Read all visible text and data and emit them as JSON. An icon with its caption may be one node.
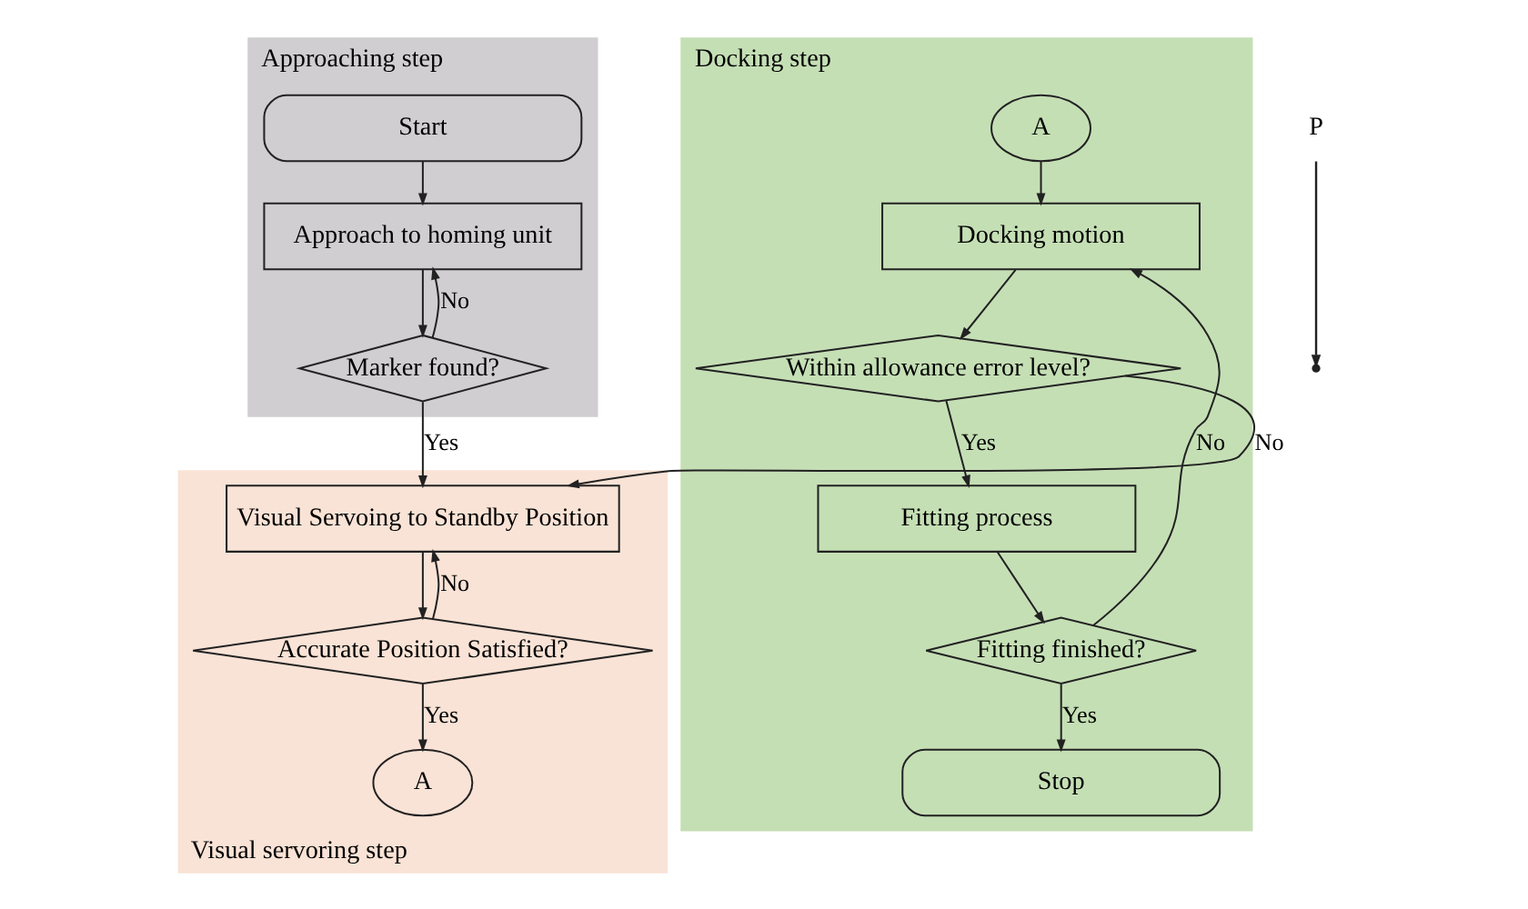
{
  "diagram": {
    "nodes": [
      {
        "text": [
          "Approaching step"
        ]
      },
      {
        "text": [
          "Start"
        ],
        "in": 0
      },
      {
        "text": [
          "Approach to homing unit"
        ],
        "in": 0
      },
      {
        "text": [
          "Marker found?"
        ],
        "in": 0
      },
      {
        "text": [
          "Visual servoring step"
        ]
      },
      {
        "text": [
          "Visual Servoing to Standby Position"
        ],
        "in": 4
      },
      {
        "text": [
          "Accurate Position Satisfied?"
        ],
        "in": 4
      },
      {
        "text": [
          "A"
        ],
        "in": 4
      },
      {
        "text": [
          "Docking step"
        ]
      },
      {
        "text": [
          "A"
        ],
        "in": 8
      },
      {
        "text": [
          "Docking motion"
        ],
        "in": 8
      },
      {
        "text": [
          "Within allowance error level?"
        ],
        "in": 8
      },
      {
        "text": [
          "Fitting process"
        ],
        "in": 8
      },
      {
        "text": [
          "Fitting finished?"
        ],
        "in": 8
      },
      {
        "text": [
          "Stop"
        ],
        "in": 8
      },
      {
        "text": [
          "P"
        ]
      }
    ],
    "edges": [
      {
        "from": 1,
        "to": 2,
        "arrow": "to"
      },
      {
        "from": 2,
        "to": 3,
        "arrow": "to"
      },
      {
        "from": 3,
        "to": 2,
        "arrow": "to",
        "label": "No"
      },
      {
        "from": 3,
        "to": 5,
        "arrow": "to",
        "label": "Yes"
      },
      {
        "from": 5,
        "to": 6,
        "arrow": "to"
      },
      {
        "from": 6,
        "to": 5,
        "arrow": "to",
        "label": "No"
      },
      {
        "from": 6,
        "to": 7,
        "arrow": "to",
        "label": "Yes"
      },
      {
        "from": 9,
        "to": 10,
        "arrow": "to"
      },
      {
        "from": 10,
        "to": 11,
        "arrow": "to"
      },
      {
        "from": 11,
        "to": 5,
        "arrow": "to",
        "label": "No"
      },
      {
        "from": 11,
        "to": 12,
        "arrow": "to",
        "label": "Yes"
      },
      {
        "from": 12,
        "to": 13,
        "arrow": "to"
      },
      {
        "from": 13,
        "to": 10,
        "arrow": "to",
        "label": "No"
      },
      {
        "from": 13,
        "to": 14,
        "arrow": "to",
        "label": "Yes"
      },
      {
        "from": 15,
        "to": null,
        "arrow": "to"
      }
    ]
  }
}
